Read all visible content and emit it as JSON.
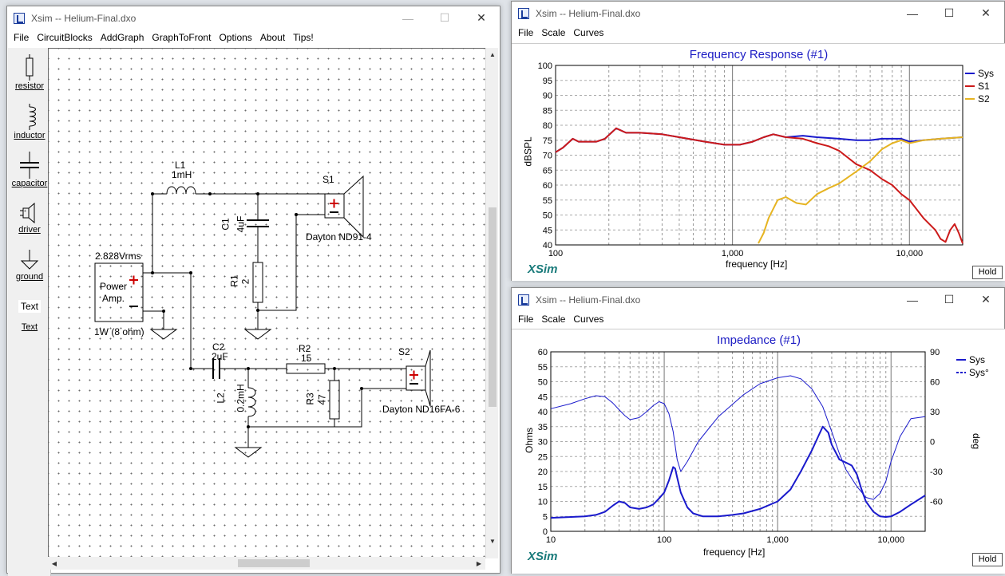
{
  "schematic_window": {
    "title": "Xsim -- Helium-Final.dxo",
    "menu": [
      "File",
      "CircuitBlocks",
      "AddGraph",
      "GraphToFront",
      "Options",
      "About",
      "Tips!"
    ],
    "tools": [
      {
        "label": "resistor",
        "icon": "resistor-icon"
      },
      {
        "label": "inductor",
        "icon": "inductor-icon"
      },
      {
        "label": "capacitor",
        "icon": "capacitor-icon"
      },
      {
        "label": "driver",
        "icon": "driver-icon"
      },
      {
        "label": "ground",
        "icon": "ground-icon"
      },
      {
        "label": "Text",
        "icon": "text-icon",
        "preview": "Text"
      }
    ],
    "components": {
      "L1": {
        "name": "L1",
        "value": "1mH"
      },
      "C1": {
        "name": "C1",
        "value": "4uF"
      },
      "R1": {
        "name": "R1",
        "value": "2"
      },
      "S1": {
        "name": "S1",
        "model": "Dayton ND91-4"
      },
      "amp": {
        "voltage": "2.828Vrms",
        "line1": "Power",
        "line2": "Amp.",
        "rating": "1W (8 ohm)"
      },
      "C2": {
        "name": "C2",
        "value": "2uF"
      },
      "R2": {
        "name": "R2",
        "value": "15"
      },
      "L2": {
        "name": "L2",
        "value": "0.2mH"
      },
      "R3": {
        "name": "R3",
        "value": "47"
      },
      "S2": {
        "name": "S2",
        "model": "Dayton ND16FA-6"
      }
    }
  },
  "fr_window": {
    "title": "Xsim -- Helium-Final.dxo",
    "menu": [
      "File",
      "Scale",
      "Curves"
    ],
    "hold_label": "Hold",
    "logo": "XSim",
    "chart_data": {
      "type": "line",
      "title": "Frequency Response (#1)",
      "xlabel": "frequency [Hz]",
      "ylabel": "dBSPL",
      "xscale": "log",
      "xlim": [
        100,
        20000
      ],
      "ylim": [
        40,
        100
      ],
      "x_tick_labels": [
        "100",
        "1,000",
        "10,000"
      ],
      "y_ticks": [
        40,
        45,
        50,
        55,
        60,
        65,
        70,
        75,
        80,
        85,
        90,
        95,
        100
      ],
      "legend_position": "right",
      "series": [
        {
          "name": "Sys",
          "color": "#1a1acc",
          "points": [
            [
              100,
              71
            ],
            [
              110,
              72.5
            ],
            [
              125,
              75.5
            ],
            [
              135,
              74.5
            ],
            [
              150,
              74.5
            ],
            [
              170,
              74.5
            ],
            [
              190,
              75.5
            ],
            [
              220,
              79
            ],
            [
              250,
              77.5
            ],
            [
              300,
              77.5
            ],
            [
              400,
              77
            ],
            [
              500,
              76
            ],
            [
              700,
              74.5
            ],
            [
              900,
              73.5
            ],
            [
              1100,
              73.5
            ],
            [
              1300,
              74.5
            ],
            [
              1500,
              76
            ],
            [
              1700,
              77
            ],
            [
              2000,
              76
            ],
            [
              2500,
              76.5
            ],
            [
              3000,
              76
            ],
            [
              4000,
              75.5
            ],
            [
              5000,
              75
            ],
            [
              6000,
              75
            ],
            [
              7000,
              75.5
            ],
            [
              8000,
              75.5
            ],
            [
              9000,
              75.5
            ],
            [
              10000,
              74.5
            ],
            [
              12000,
              75
            ],
            [
              15000,
              75.5
            ],
            [
              20000,
              76
            ]
          ]
        },
        {
          "name": "S1",
          "color": "#cc1a1a",
          "points": [
            [
              100,
              71
            ],
            [
              110,
              72.5
            ],
            [
              125,
              75.5
            ],
            [
              135,
              74.5
            ],
            [
              150,
              74.5
            ],
            [
              170,
              74.5
            ],
            [
              190,
              75.5
            ],
            [
              220,
              79
            ],
            [
              250,
              77.5
            ],
            [
              300,
              77.5
            ],
            [
              400,
              77
            ],
            [
              500,
              76
            ],
            [
              700,
              74.5
            ],
            [
              900,
              73.5
            ],
            [
              1100,
              73.5
            ],
            [
              1300,
              74.5
            ],
            [
              1500,
              76
            ],
            [
              1700,
              77
            ],
            [
              2000,
              76
            ],
            [
              2500,
              75.5
            ],
            [
              3000,
              74
            ],
            [
              3500,
              73
            ],
            [
              4000,
              71.5
            ],
            [
              5000,
              67
            ],
            [
              6000,
              65
            ],
            [
              7000,
              62
            ],
            [
              8000,
              60
            ],
            [
              9000,
              57
            ],
            [
              10000,
              55
            ],
            [
              12000,
              49
            ],
            [
              14000,
              45
            ],
            [
              15000,
              42
            ],
            [
              16000,
              41
            ],
            [
              17000,
              45
            ],
            [
              18000,
              47
            ],
            [
              19000,
              44
            ],
            [
              20000,
              40.5
            ]
          ]
        },
        {
          "name": "S2",
          "color": "#e6b422",
          "points": [
            [
              1400,
              40.5
            ],
            [
              1500,
              44
            ],
            [
              1600,
              49
            ],
            [
              1800,
              55
            ],
            [
              2000,
              56
            ],
            [
              2300,
              54
            ],
            [
              2600,
              53.5
            ],
            [
              3000,
              57
            ],
            [
              3500,
              59
            ],
            [
              4000,
              60.5
            ],
            [
              5000,
              64.5
            ],
            [
              6000,
              68
            ],
            [
              7000,
              72
            ],
            [
              8000,
              74
            ],
            [
              9000,
              75
            ],
            [
              10000,
              74
            ],
            [
              12000,
              75
            ],
            [
              15000,
              75.5
            ],
            [
              20000,
              76
            ]
          ]
        }
      ]
    }
  },
  "imp_window": {
    "title": "Xsim -- Helium-Final.dxo",
    "menu": [
      "File",
      "Scale",
      "Curves"
    ],
    "hold_label": "Hold",
    "logo": "XSim",
    "chart_data": {
      "type": "line",
      "title": "Impedance (#1)",
      "xlabel": "frequency [Hz]",
      "ylabel": "Ohms",
      "y2label": "deg",
      "xscale": "log",
      "xlim": [
        10,
        20000
      ],
      "ylim": [
        0,
        60
      ],
      "y2lim": [
        -90,
        90
      ],
      "x_tick_labels": [
        "10",
        "100",
        "1,000",
        "10,000"
      ],
      "y_ticks": [
        0,
        5,
        10,
        15,
        20,
        25,
        30,
        35,
        40,
        45,
        50,
        55,
        60
      ],
      "y2_ticks": [
        -60,
        -30,
        0,
        30,
        60,
        90
      ],
      "legend_position": "top-right",
      "series": [
        {
          "name": "Sys",
          "axis": "left",
          "color": "#1a1acc",
          "style": "thick",
          "points": [
            [
              10,
              4.5
            ],
            [
              20,
              5
            ],
            [
              25,
              5.5
            ],
            [
              30,
              6.5
            ],
            [
              35,
              8.5
            ],
            [
              40,
              10
            ],
            [
              45,
              9.5
            ],
            [
              50,
              8
            ],
            [
              60,
              7.5
            ],
            [
              70,
              8
            ],
            [
              80,
              9
            ],
            [
              90,
              11
            ],
            [
              100,
              13
            ],
            [
              110,
              17
            ],
            [
              120,
              21.5
            ],
            [
              125,
              21
            ],
            [
              130,
              18
            ],
            [
              140,
              13
            ],
            [
              160,
              8
            ],
            [
              180,
              6
            ],
            [
              220,
              5
            ],
            [
              300,
              5
            ],
            [
              400,
              5.5
            ],
            [
              500,
              6
            ],
            [
              700,
              7.5
            ],
            [
              1000,
              10
            ],
            [
              1300,
              14
            ],
            [
              1600,
              20
            ],
            [
              2000,
              27
            ],
            [
              2300,
              32
            ],
            [
              2500,
              35
            ],
            [
              2800,
              33
            ],
            [
              3000,
              29
            ],
            [
              3500,
              24
            ],
            [
              4000,
              23
            ],
            [
              4500,
              22
            ],
            [
              5000,
              19
            ],
            [
              5500,
              14
            ],
            [
              6000,
              10
            ],
            [
              7000,
              6.5
            ],
            [
              8000,
              5
            ],
            [
              9000,
              4.8
            ],
            [
              10000,
              5
            ],
            [
              12000,
              6.5
            ],
            [
              15000,
              9
            ],
            [
              20000,
              12
            ]
          ]
        },
        {
          "name": "Sys°",
          "axis": "right",
          "color": "#1a1acc",
          "style": "thin",
          "points": [
            [
              10,
              33
            ],
            [
              15,
              38
            ],
            [
              20,
              43
            ],
            [
              25,
              46
            ],
            [
              30,
              45
            ],
            [
              35,
              39
            ],
            [
              40,
              32
            ],
            [
              45,
              26
            ],
            [
              50,
              22
            ],
            [
              60,
              24
            ],
            [
              70,
              30
            ],
            [
              80,
              36
            ],
            [
              90,
              40
            ],
            [
              100,
              38
            ],
            [
              110,
              28
            ],
            [
              120,
              10
            ],
            [
              130,
              -18
            ],
            [
              140,
              -30
            ],
            [
              160,
              -20
            ],
            [
              200,
              0
            ],
            [
              300,
              25
            ],
            [
              500,
              47
            ],
            [
              700,
              58
            ],
            [
              1000,
              64
            ],
            [
              1300,
              66
            ],
            [
              1600,
              63
            ],
            [
              2000,
              53
            ],
            [
              2500,
              35
            ],
            [
              3000,
              10
            ],
            [
              3500,
              -12
            ],
            [
              4000,
              -28
            ],
            [
              5000,
              -45
            ],
            [
              6000,
              -56
            ],
            [
              7000,
              -58
            ],
            [
              8000,
              -52
            ],
            [
              9000,
              -40
            ],
            [
              10000,
              -20
            ],
            [
              12000,
              5
            ],
            [
              15000,
              23
            ],
            [
              20000,
              25
            ]
          ]
        }
      ]
    }
  }
}
